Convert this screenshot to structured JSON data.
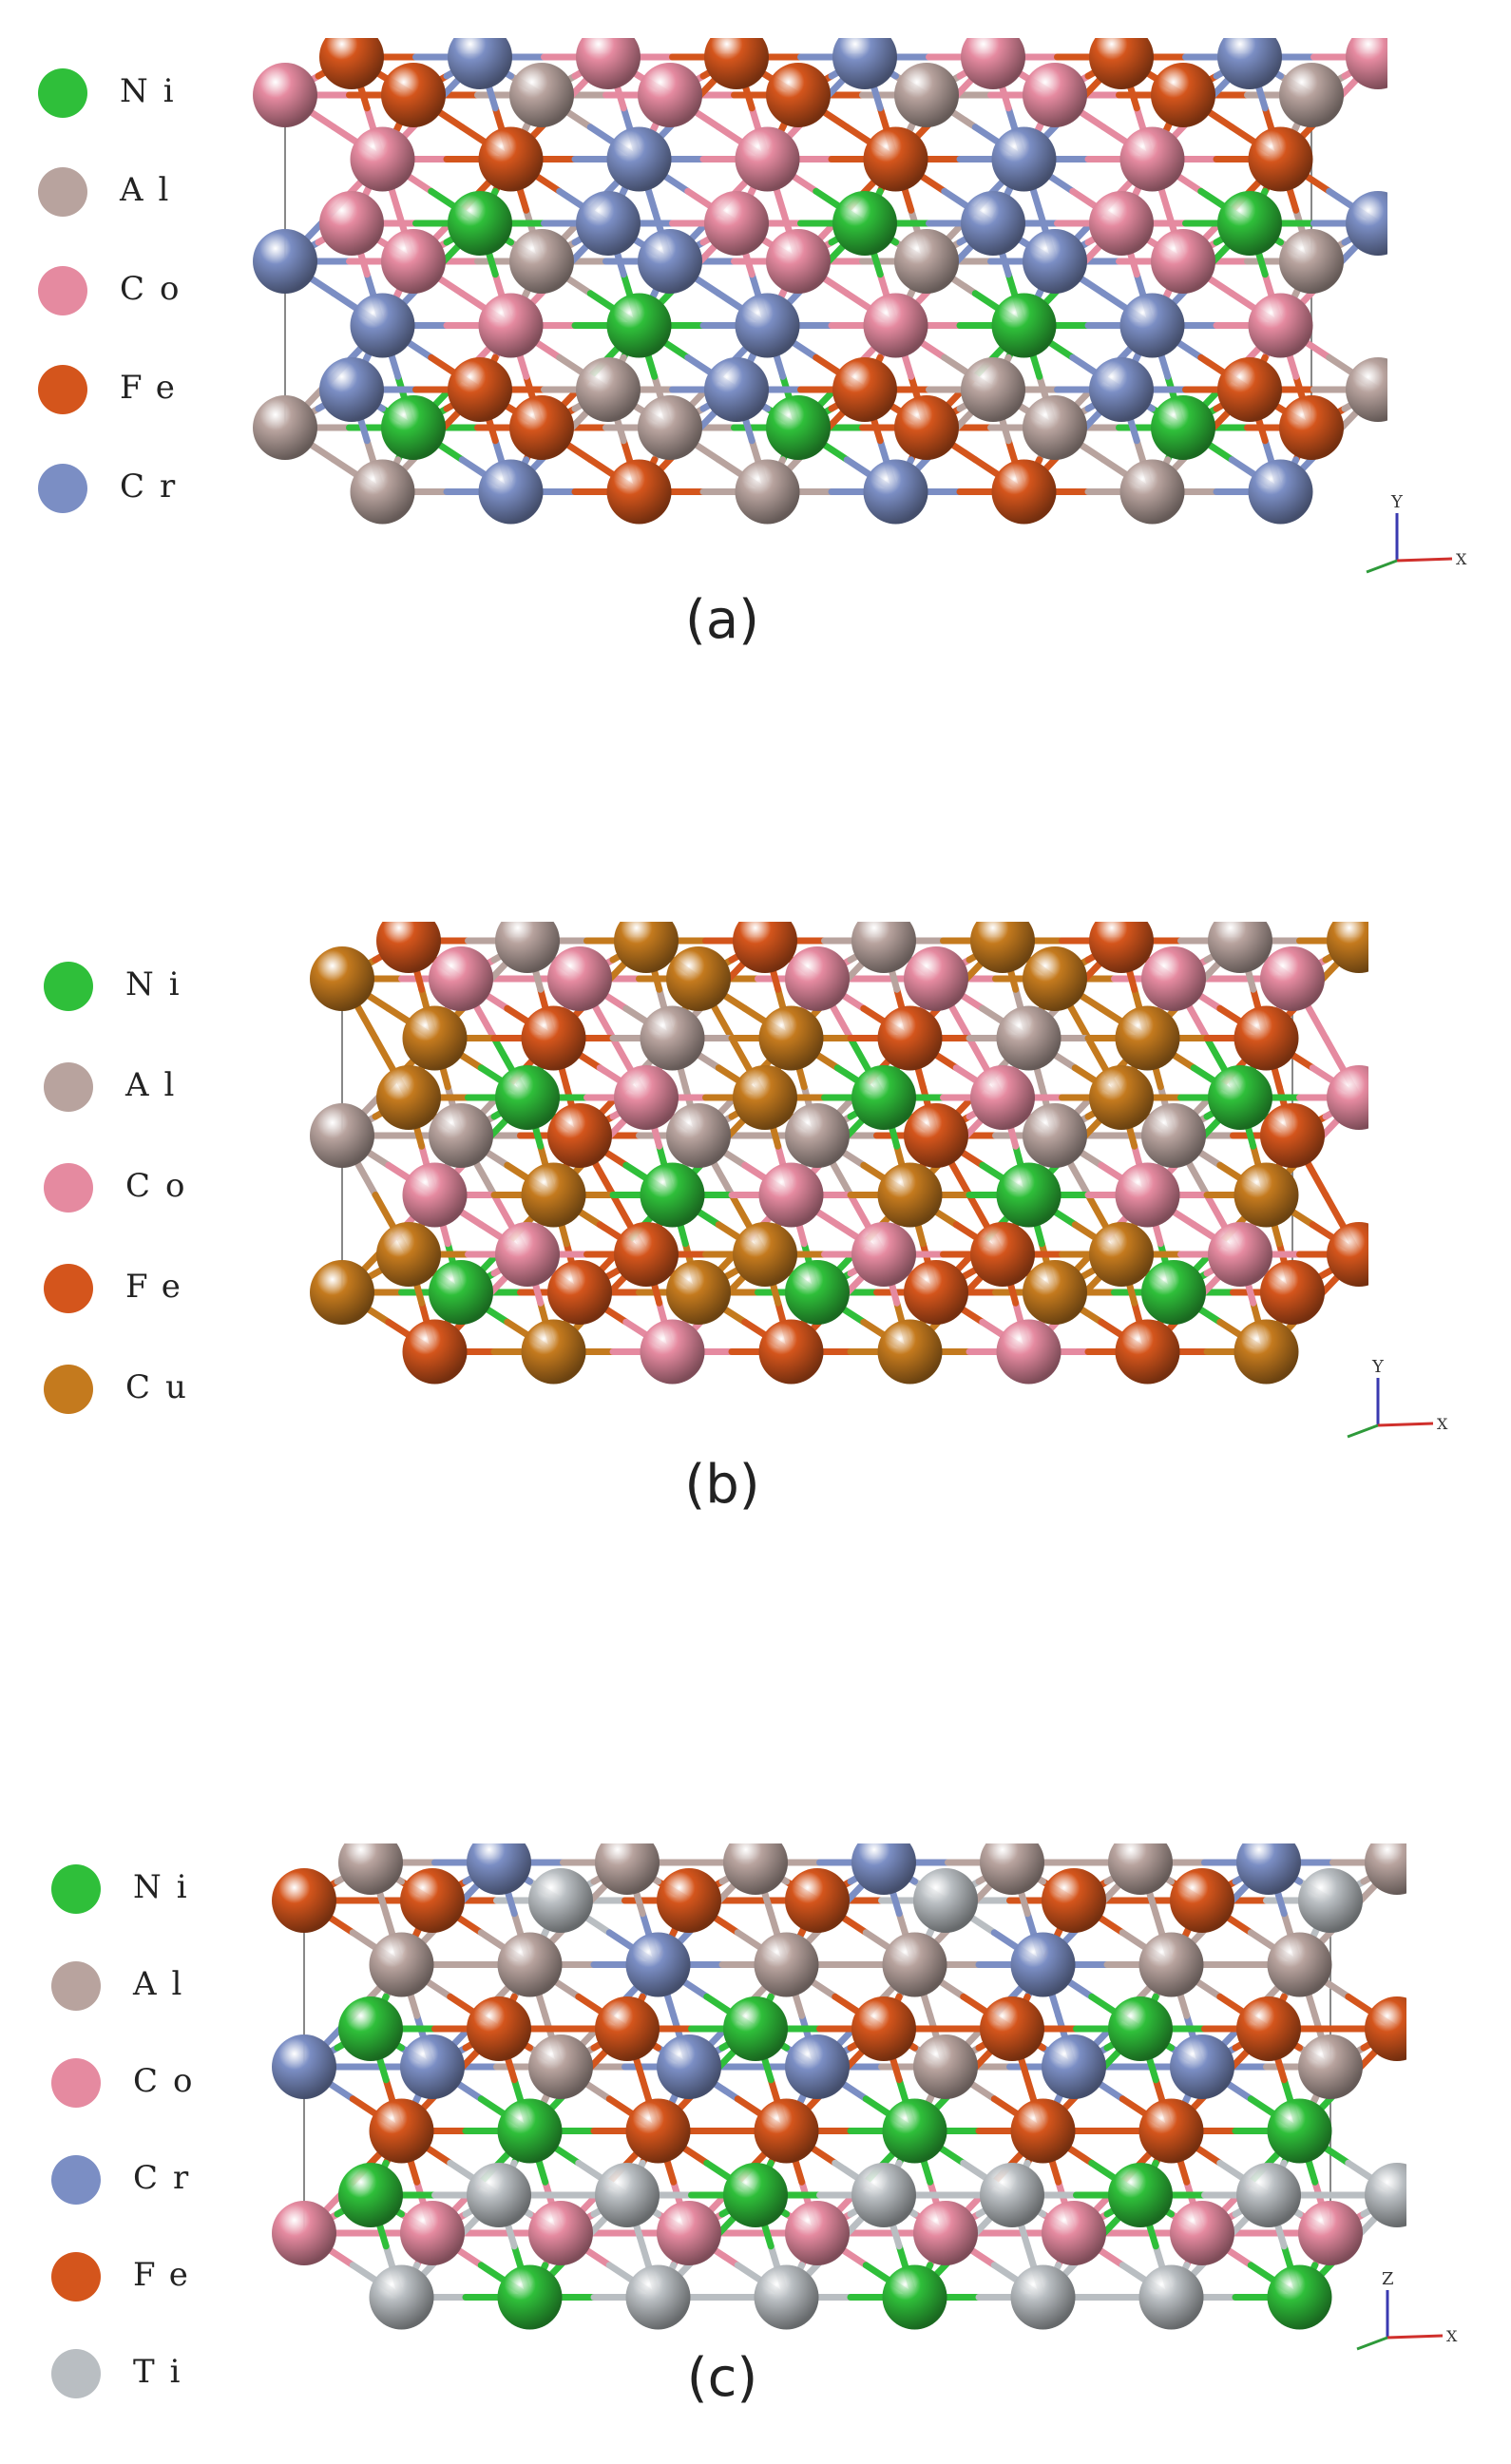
{
  "colors": {
    "Ni": "#2fbf3a",
    "Al": "#b8a39e",
    "Co": "#e58aa0",
    "Fe": "#d4551c",
    "Cr": "#7b8ec4",
    "Cu": "#c47a1e",
    "Ti": "#b9bec2"
  },
  "panels": [
    {
      "label": "(a)",
      "legend": [
        "Ni",
        "Al",
        "Co",
        "Fe",
        "Cr"
      ],
      "legend_labels": [
        "Ni",
        "Al",
        "Co",
        "Fe",
        "Cr"
      ],
      "elements": [
        "Ni",
        "Al",
        "Co",
        "Fe",
        "Cr"
      ],
      "axis": {
        "up": "Y",
        "right": "X"
      },
      "palette": [
        "Co",
        "Fe",
        "Al",
        "Cr",
        "Ni",
        "Co",
        "Fe",
        "Al",
        "Cr",
        "Co",
        "Fe",
        "Ni",
        "Al",
        "Cr",
        "Co",
        "Fe",
        "Al",
        "Cr"
      ]
    },
    {
      "label": "(b)",
      "legend": [
        "Ni",
        "Al",
        "Co",
        "Fe",
        "Cu"
      ],
      "legend_labels": [
        "Ni",
        "Al",
        "Co",
        "Fe",
        "Cu"
      ],
      "elements": [
        "Ni",
        "Al",
        "Co",
        "Fe",
        "Cu"
      ],
      "axis": {
        "up": "Y",
        "right": "X"
      },
      "palette": [
        "Cu",
        "Co",
        "Fe",
        "Al",
        "Ni",
        "Cu",
        "Co",
        "Fe",
        "Al",
        "Cu",
        "Fe",
        "Ni",
        "Co",
        "Cu",
        "Al",
        "Fe",
        "Cu",
        "Co"
      ]
    },
    {
      "label": "(c)",
      "legend": [
        "Ni",
        "Al",
        "Co",
        "Cr",
        "Fe",
        "Ti"
      ],
      "legend_labels": [
        "Ni",
        "Al",
        "Co",
        "Cr",
        "Fe",
        "Ti"
      ],
      "elements": [
        "Ni",
        "Al",
        "Co",
        "Cr",
        "Fe",
        "Ti"
      ],
      "axis": {
        "up": "Z",
        "right": "X"
      },
      "palette": [
        "Fe",
        "Ti",
        "Al",
        "Cr",
        "Co",
        "Ni",
        "Fe",
        "Ti",
        "Cr",
        "Al",
        "Co",
        "Fe",
        "Ti",
        "Ni",
        "Cr",
        "Al",
        "Co",
        "Fe"
      ]
    }
  ]
}
